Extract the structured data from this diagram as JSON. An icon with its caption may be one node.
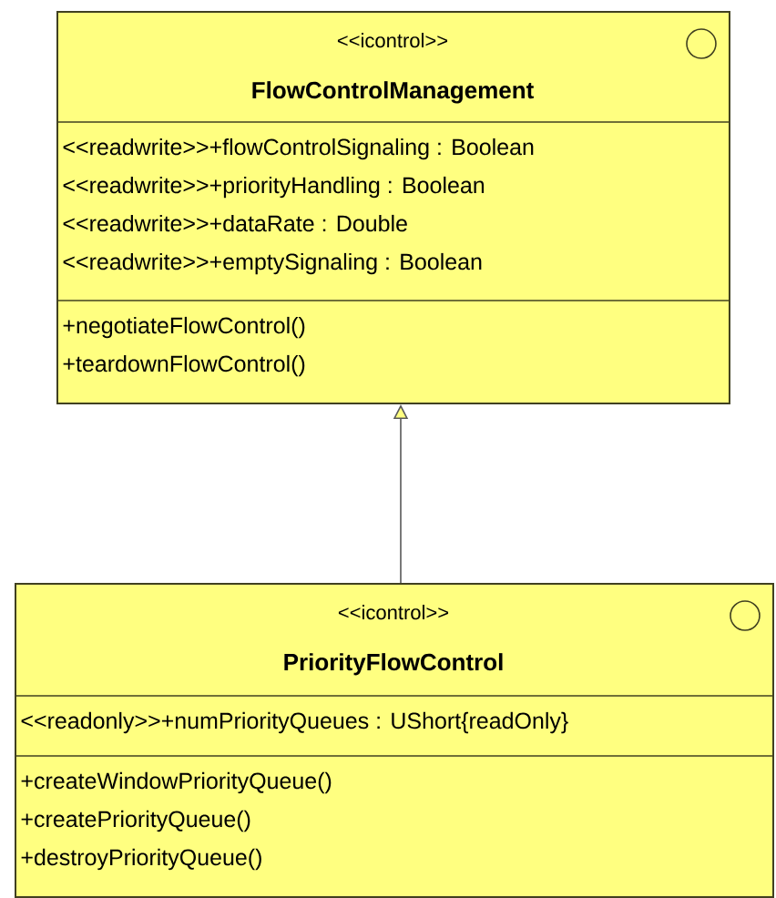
{
  "diagram": {
    "nodes": [
      {
        "text": [
          "<<icontrol>>",
          "FlowControlManagement",
          "<<readwrite>>+flowControlSignaling : Boolean",
          "<<readwrite>>+priorityHandling : Boolean",
          "<<readwrite>>+dataRate : Double",
          "<<readwrite>>+emptySignaling : Boolean",
          "+negotiateFlowControl()",
          "+teardownFlowControl()"
        ]
      },
      {
        "text": [
          "<<icontrol>>",
          "PriorityFlowControl",
          "<<readonly>>+numPriorityQueues : UShort{readOnly}",
          "+createWindowPriorityQueue()",
          "+createPriorityQueue()",
          "+destroyPriorityQueue()"
        ]
      }
    ],
    "edges": [
      {
        "from": 1,
        "to": 0,
        "arrow": "to"
      }
    ]
  }
}
